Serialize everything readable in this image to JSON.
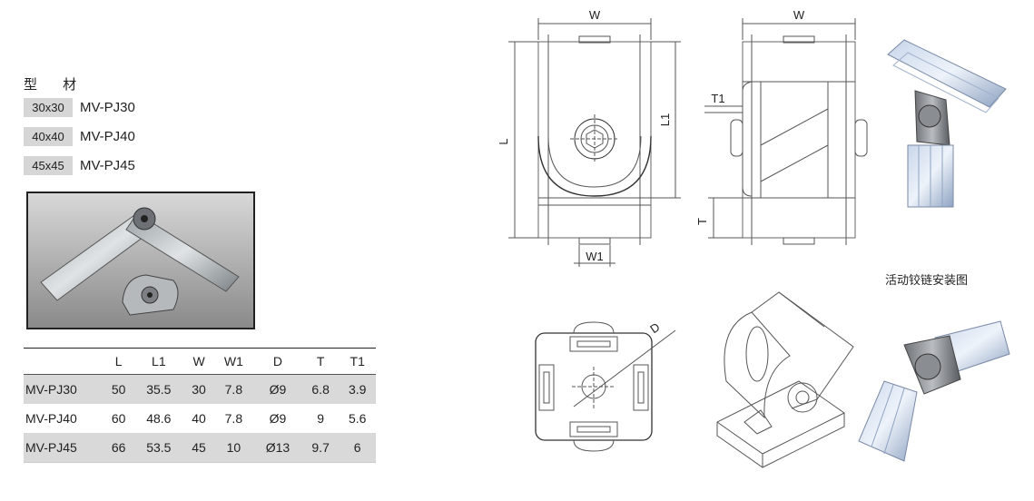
{
  "profiles": {
    "title": "型 材",
    "items": [
      {
        "size": "30x30",
        "model": "MV-PJ30"
      },
      {
        "size": "40x40",
        "model": "MV-PJ40"
      },
      {
        "size": "45x45",
        "model": "MV-PJ45"
      }
    ]
  },
  "spec_table": {
    "columns": [
      "",
      "L",
      "L1",
      "W",
      "W1",
      "D",
      "T",
      "T1"
    ],
    "rows": [
      [
        "MV-PJ30",
        "50",
        "35.5",
        "30",
        "7.8",
        "Ø9",
        "6.8",
        "3.9"
      ],
      [
        "MV-PJ40",
        "60",
        "48.6",
        "40",
        "7.8",
        "Ø9",
        "9",
        "5.6"
      ],
      [
        "MV-PJ45",
        "66",
        "53.5",
        "45",
        "10",
        "Ø13",
        "9.7",
        "6"
      ]
    ]
  },
  "drawing_labels": {
    "front_width": "W",
    "side_width": "W",
    "length": "L",
    "length1": "L1",
    "tab_width": "W1",
    "thickness": "T",
    "thickness1": "T1",
    "diameter": "D"
  },
  "install_caption": "活动铰链安装图"
}
